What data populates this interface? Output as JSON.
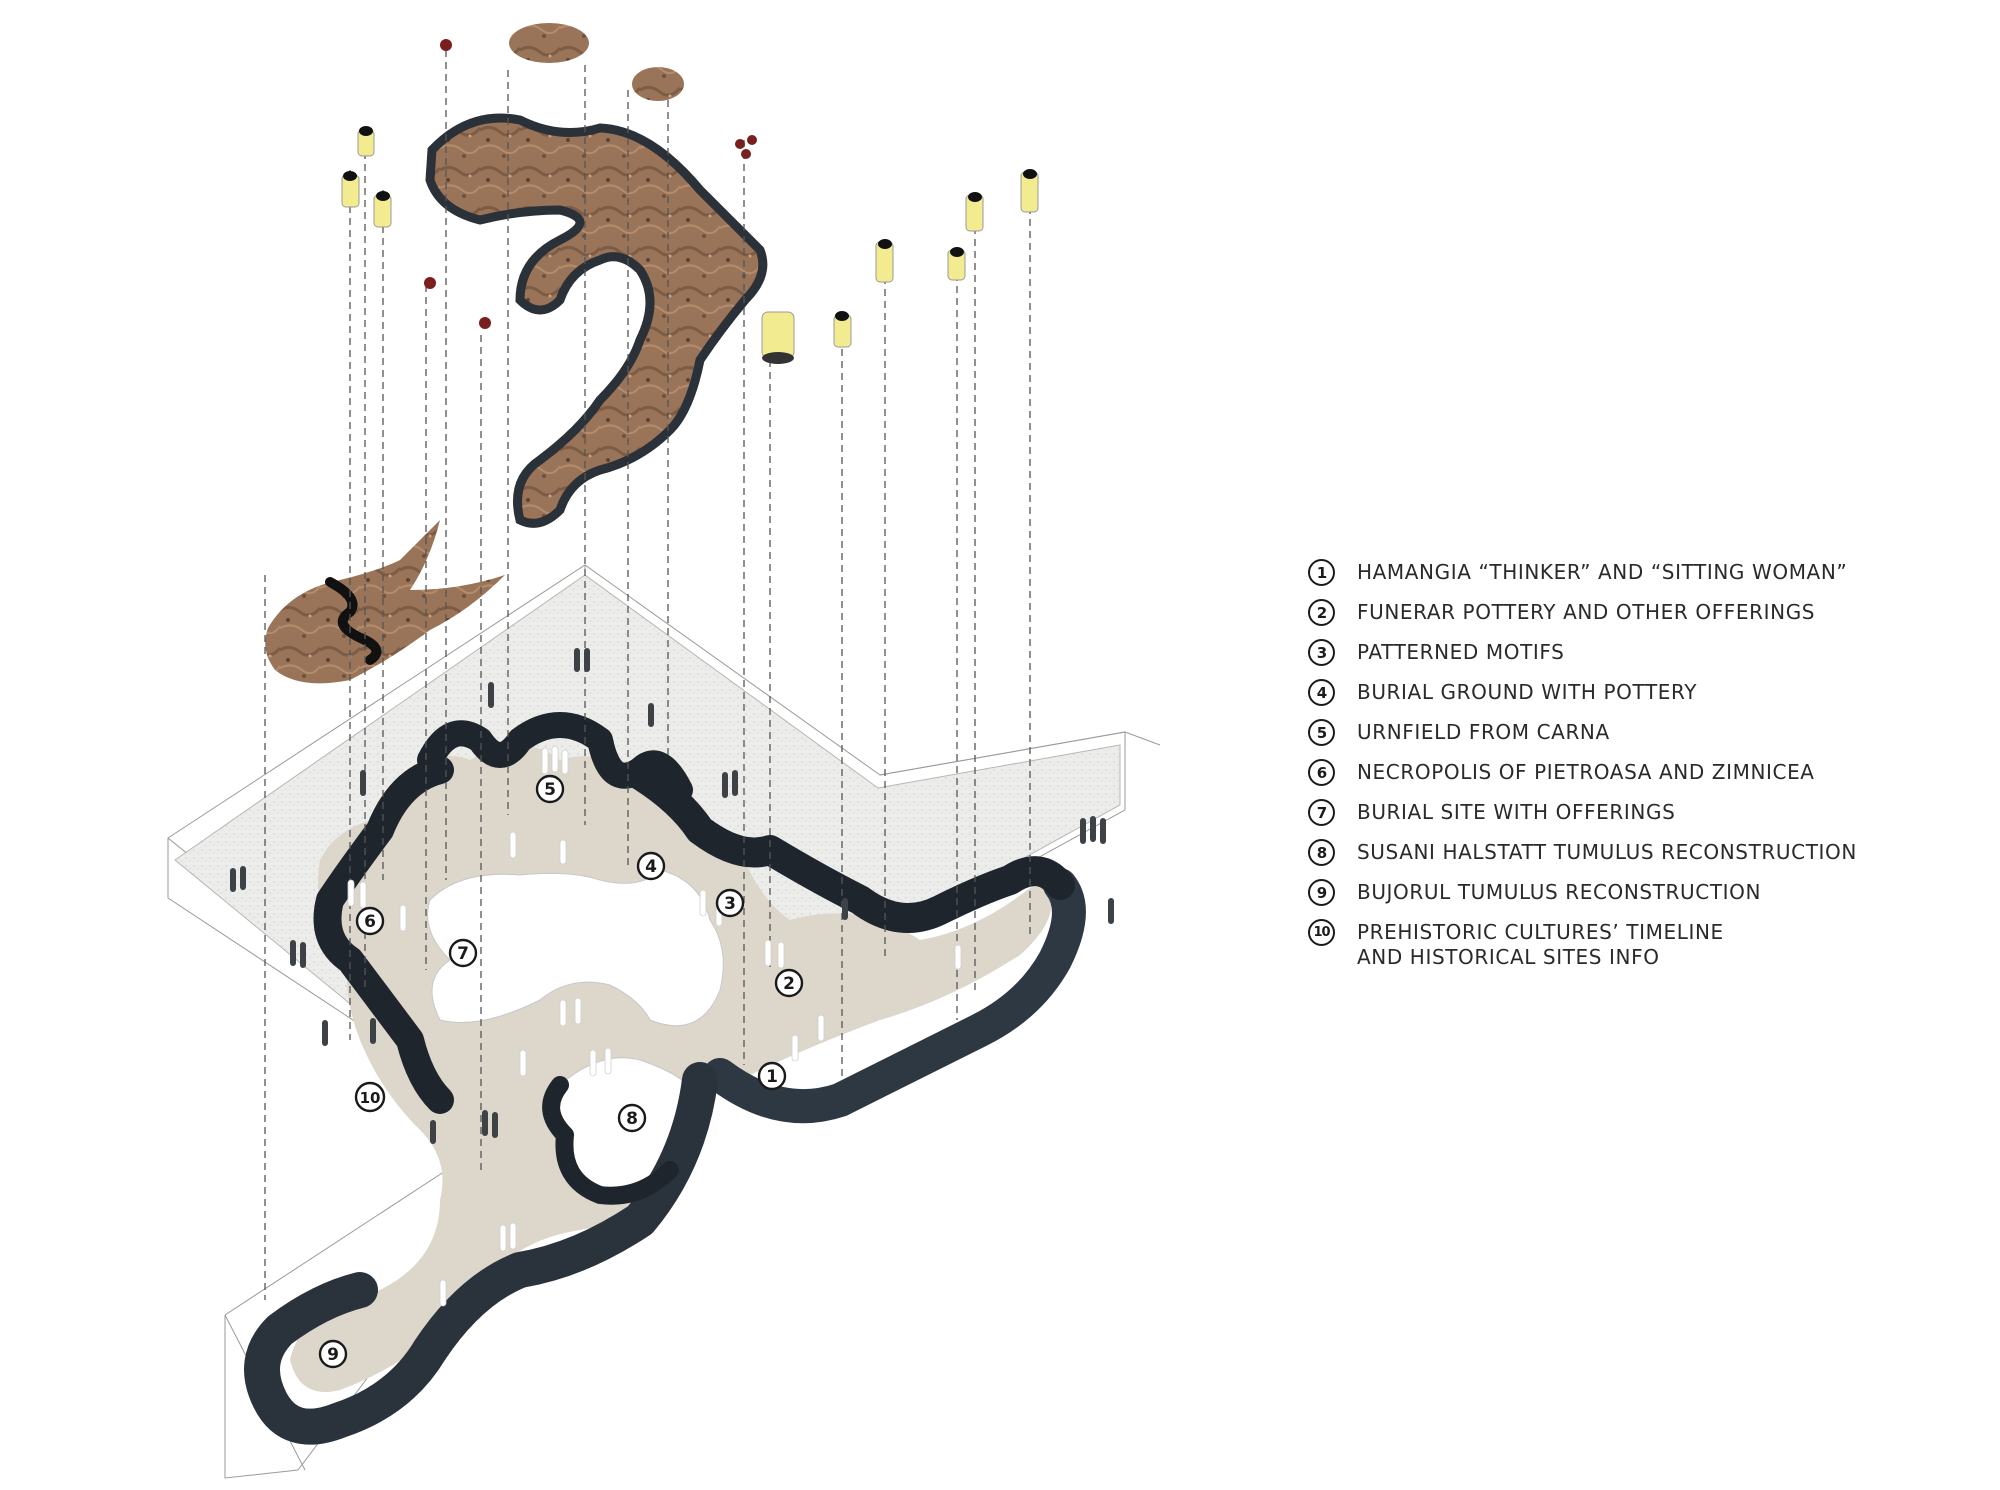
{
  "legend": {
    "items": [
      {
        "number": "1",
        "text": "HAMANGIA “THINKER” AND “SITTING WOMAN”"
      },
      {
        "number": "2",
        "text": "FUNERAR POTTERY AND OTHER OFFERINGS"
      },
      {
        "number": "3",
        "text": "PATTERNED MOTIFS"
      },
      {
        "number": "4",
        "text": "BURIAL GROUND WITH POTTERY"
      },
      {
        "number": "5",
        "text": "URNFIELD FROM CARNA"
      },
      {
        "number": "6",
        "text": "NECROPOLIS OF PIETROASA AND ZIMNICEA"
      },
      {
        "number": "7",
        "text": "BURIAL SITE WITH OFFERINGS"
      },
      {
        "number": "8",
        "text": "SUSANI HALSTATT TUMULUS RECONSTRUCTION"
      },
      {
        "number": "9",
        "text": "BUJORUL TUMULUS RECONSTRUCTION"
      },
      {
        "number": "10",
        "text": "PREHISTORIC CULTURES’ TIMELINE\nAND HISTORICAL SITES INFO"
      }
    ]
  },
  "diagram": {
    "markers": [
      {
        "number": "1"
      },
      {
        "number": "2"
      },
      {
        "number": "3"
      },
      {
        "number": "4"
      },
      {
        "number": "5"
      },
      {
        "number": "6"
      },
      {
        "number": "7"
      },
      {
        "number": "8"
      },
      {
        "number": "9"
      },
      {
        "number": "10"
      }
    ],
    "colors": {
      "wall": "#1f252c",
      "wall_outer": "#3a4550",
      "floor": "#dcd6cb",
      "plaza": "#ececea",
      "earth": "#9a7458",
      "earth_dark": "#6e5240",
      "lamp": "#f3eb8f",
      "ornament": "#7a1e1e",
      "line": "#555555"
    }
  }
}
